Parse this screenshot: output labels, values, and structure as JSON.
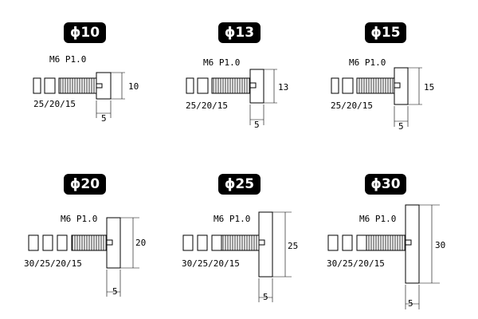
{
  "panels": [
    {
      "badge": "ϕ10",
      "thread": "M6 P1.0",
      "lengths": "25/20/15",
      "head_dia": "10",
      "head_width": "5"
    },
    {
      "badge": "ϕ13",
      "thread": "M6 P1.0",
      "lengths": "25/20/15",
      "head_dia": "13",
      "head_width": "5"
    },
    {
      "badge": "ϕ15",
      "thread": "M6 P1.0",
      "lengths": "25/20/15",
      "head_dia": "15",
      "head_width": "5"
    },
    {
      "badge": "ϕ20",
      "thread": "M6 P1.0",
      "lengths": "30/25/20/15",
      "head_dia": "20",
      "head_width": "5"
    },
    {
      "badge": "ϕ25",
      "thread": "M6 P1.0",
      "lengths": "30/25/20/15",
      "head_dia": "25",
      "head_width": "5"
    },
    {
      "badge": "ϕ30",
      "thread": "M6 P1.0",
      "lengths": "30/25/20/15",
      "head_dia": "30",
      "head_width": "5"
    }
  ]
}
